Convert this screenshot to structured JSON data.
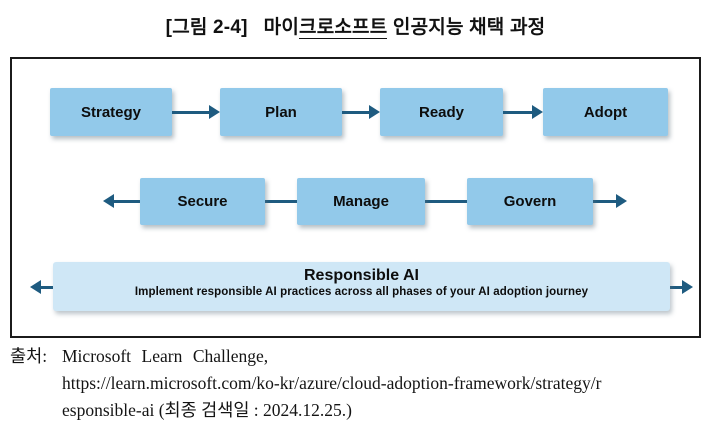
{
  "caption": {
    "prefix": "[그림 2-4]",
    "before_underline": "마이",
    "underlined": "크로소프트",
    "after_underline": " 인공지능 채택 과정"
  },
  "diagram": {
    "row1": {
      "boxes": [
        {
          "label": "Strategy"
        },
        {
          "label": "Plan"
        },
        {
          "label": "Ready"
        },
        {
          "label": "Adopt"
        }
      ]
    },
    "row2": {
      "boxes": [
        {
          "label": "Secure"
        },
        {
          "label": "Manage"
        },
        {
          "label": "Govern"
        }
      ]
    },
    "responsible_bar": {
      "title": "Responsible AI",
      "subtitle": "Implement responsible AI practices across all phases of your AI adoption journey"
    },
    "colors": {
      "box_fill": "#92C9EA",
      "bar_fill": "#CFE7F6",
      "arrow": "#1E5B80",
      "frame_border": "#1b1b1b"
    }
  },
  "source": {
    "label": "출처:",
    "line1": "Microsoft Learn Challenge,",
    "line2": "https://learn.microsoft.com/ko-kr/azure/cloud-adoption-framework/strategy/r",
    "line3": "esponsible-ai (최종 검색일 : 2024.12.25.)"
  }
}
